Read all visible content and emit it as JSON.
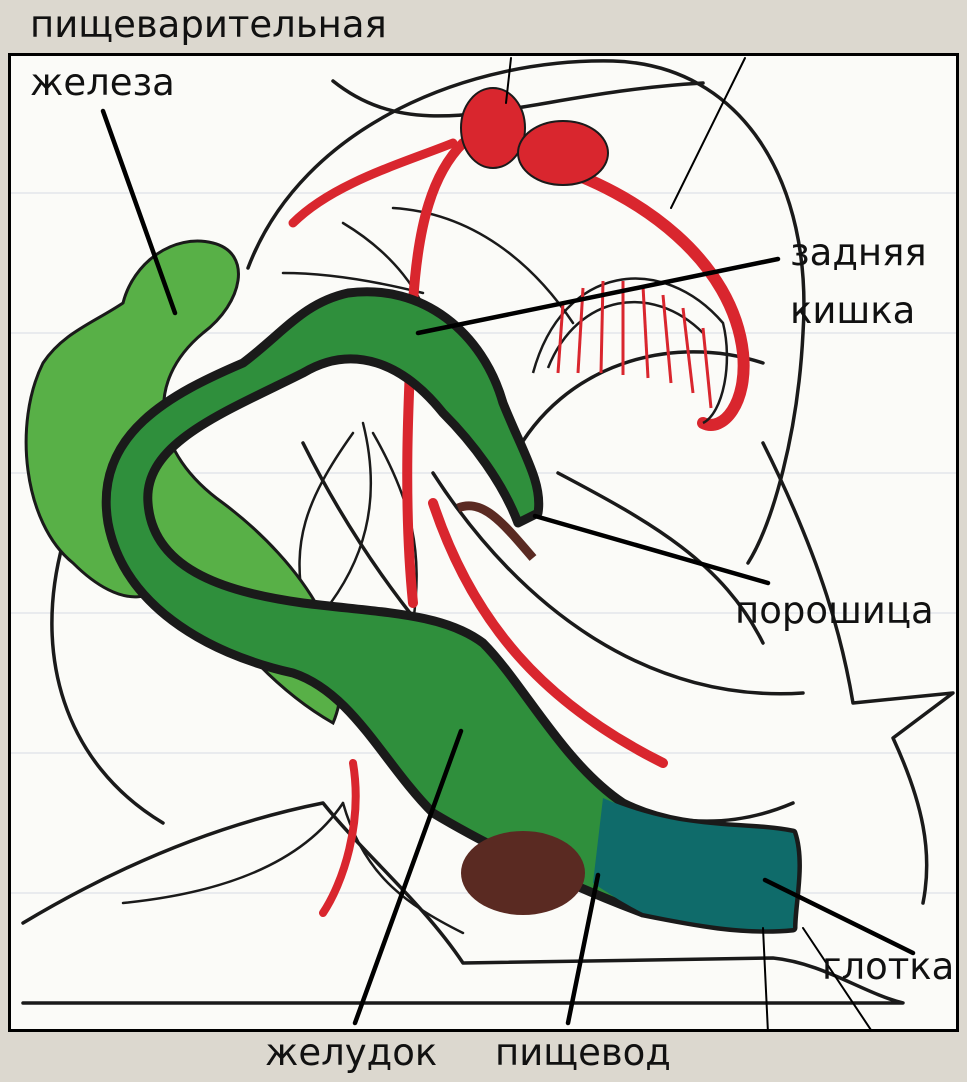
{
  "labels": {
    "digestive_gland_line1": "пищеварительная",
    "digestive_gland_line2": "железа",
    "hindgut_line1": "задняя",
    "hindgut_line2": "кишка",
    "anus": "порошица",
    "pharynx": "глотка",
    "stomach": "желудок",
    "esophagus": "пищевод"
  },
  "colors": {
    "background": "#dcd8cf",
    "paper": "#fbfbf8",
    "gut_green": "#2f8f3c",
    "gland_green": "#58b047",
    "pharynx_teal": "#0f6b6a",
    "vessel_red": "#d9262e",
    "dark_brown": "#5a2a22",
    "outline": "#1a1a1a"
  }
}
